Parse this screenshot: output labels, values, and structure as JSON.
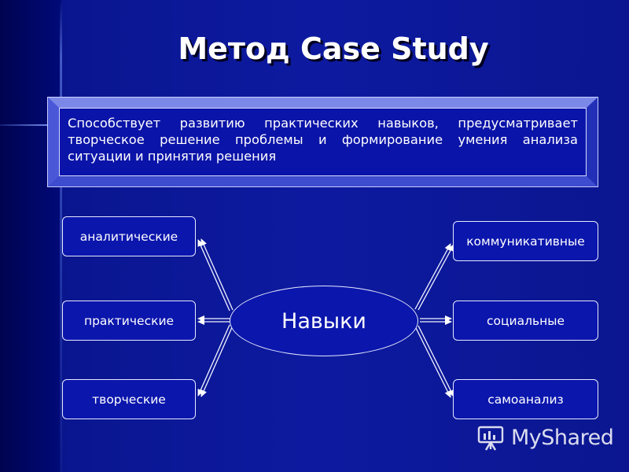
{
  "slide": {
    "title": "Метод Case Study",
    "description": "Способствует развитию практических навыков, предусматривает творческое решение проблемы и формирование умения анализа ситуации и принятия решения"
  },
  "diagram": {
    "center": "Навыки",
    "left_items": [
      "аналитические",
      "практические",
      "творческие"
    ],
    "right_items": [
      "коммуникативные",
      "социальные",
      "самоанализ"
    ]
  },
  "watermark": {
    "text": "MyShared",
    "icon": "presentation-board-icon"
  },
  "colors": {
    "background": "#0d1aa0",
    "box_fill": "#0b16ad",
    "border": "#e6eaff",
    "text": "#ffffff"
  }
}
